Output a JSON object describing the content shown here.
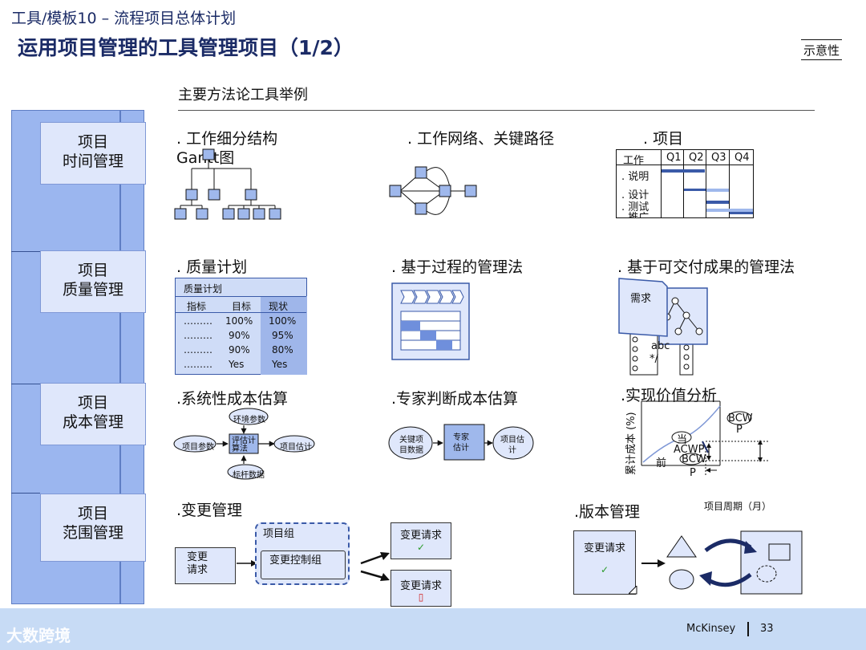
{
  "header": {
    "top_line": "工具/模板10 – 流程项目总体计划",
    "title": "运用项目管理的工具管理项目（1/2）",
    "schematic_label": "示意性"
  },
  "section": {
    "title": "主要方法论工具举例"
  },
  "categories": [
    {
      "line1": "项目",
      "line2": "时间管理"
    },
    {
      "line1": "项目",
      "line2": "质量管理"
    },
    {
      "line1": "项目",
      "line2": "成本管理"
    },
    {
      "line1": "项目",
      "line2": "范围管理"
    }
  ],
  "tools": {
    "wbs": ". 工作细分结构",
    "wbs_sub": "Gantt图",
    "network": ". 工作网络、关键路径",
    "project": ". 项目",
    "quality_plan": ". 质量计划",
    "process_mgmt": ". 基于过程的管理法",
    "deliverable_mgmt": ". 基于可交付成果的管理法",
    "system_cost": ".系统性成本估算",
    "expert_cost": ".专家判断成本估算",
    "earned_value": ".实现价值分析",
    "change_mgmt": ".变更管理",
    "version_mgmt": ".版本管理"
  },
  "gantt": {
    "col_header": "工作",
    "quarters": [
      "Q1",
      "Q2",
      "Q3",
      "Q4"
    ],
    "rows": [
      "说明",
      "设计",
      "测试",
      "推广"
    ]
  },
  "quality_table": {
    "title": "质量计划",
    "headers": [
      "指标",
      "目标",
      "现状"
    ],
    "rows": [
      [
        "………",
        "100%",
        "100%"
      ],
      [
        "………",
        "90%",
        "95%"
      ],
      [
        "………",
        "90%",
        "80%"
      ],
      [
        "………",
        "Yes",
        "Yes"
      ]
    ]
  },
  "deliverable": {
    "doc_label": "需求",
    "code_line1": "abc",
    "code_line2": "*/"
  },
  "system_cost_diagram": {
    "env_params": "环境参数",
    "project_params": "项目参数",
    "estimation_algo": "评估计算法",
    "project_estimate": "项目估计",
    "benchmark_data": "标杆数据"
  },
  "expert_cost_diagram": {
    "key_data": "关键项目数据",
    "expert_estimate": "专家估计",
    "project_estimate": "项目估计"
  },
  "earned_value_chart": {
    "ylabel": "累计成本 (%)",
    "xlabel": "项目周期（月）",
    "bcwp_top": "BCW",
    "bcwp_top_p": "P",
    "current": "当",
    "before": "前",
    "acwp": "ACWP",
    "bcwp_bottom": "BCW",
    "bcwp_bottom_p": "P"
  },
  "change_diagram": {
    "change_request_left_line1": "变更",
    "change_request_left_line2": "请求",
    "project_group": "项目组",
    "change_control_group": "变更控制组",
    "approved_request": "变更请求",
    "approved_mark": "✓",
    "rejected_request": "变更请求",
    "rejected_mark": "▯"
  },
  "version_diagram": {
    "change_request": "变更请求",
    "approved_mark": "✓"
  },
  "footer": {
    "brand": "McKinsey",
    "page": "33",
    "watermark": "大数跨境"
  }
}
